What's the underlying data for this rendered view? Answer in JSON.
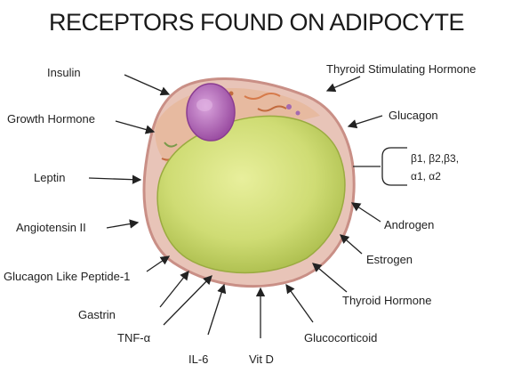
{
  "title": "RECEPTORS FOUND ON ADIPOCYTE",
  "labels": {
    "insulin": "Insulin",
    "growth_hormone": "Growth Hormone",
    "leptin": "Leptin",
    "angiotensin": "Angiotensin II",
    "glp1": "Glucagon Like Peptide-1",
    "gastrin": "Gastrin",
    "tnf": "TNF-α",
    "il6": "IL-6",
    "vitd": "Vit D",
    "glucocorticoid": "Glucocorticoid",
    "thyroid_hormone": "Thyroid Hormone",
    "estrogen": "Estrogen",
    "androgen": "Androgen",
    "glucagon": "Glucagon",
    "tsh": "Thyroid Stimulating Hormone"
  },
  "adrenergic": {
    "line1": "β1, β2,β3,",
    "line2": "α1, α2"
  },
  "colors": {
    "membrane": "#d9a9a0",
    "lipid": "#c9d873",
    "nucleus": "#b26bb8"
  }
}
